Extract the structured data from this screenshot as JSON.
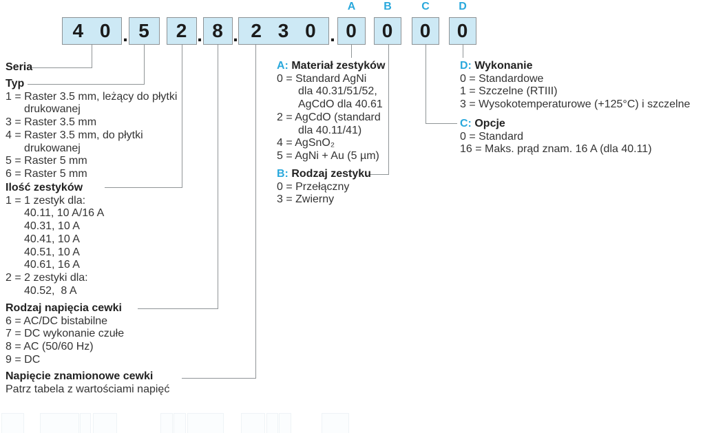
{
  "colors": {
    "box_fill": "#cde9f5",
    "box_border": "#8c9194",
    "accent_cyan": "#29a8dc",
    "text": "#333333",
    "line": "#8f9496"
  },
  "code_row": {
    "separator": ".",
    "boxes": [
      {
        "id": "series",
        "text": "4 0"
      },
      {
        "id": "type",
        "text": "5"
      },
      {
        "id": "contact-count",
        "text": "2"
      },
      {
        "id": "coil-voltage-type",
        "text": "8"
      },
      {
        "id": "coil-voltage",
        "text": "2 3 0"
      },
      {
        "id": "a",
        "text": "0",
        "tag": "A"
      },
      {
        "id": "b",
        "text": "0",
        "tag": "B"
      },
      {
        "id": "c",
        "text": "0",
        "tag": "C"
      },
      {
        "id": "d",
        "text": "0",
        "tag": "D"
      }
    ]
  },
  "sections": {
    "seria": {
      "title": "Seria"
    },
    "typ": {
      "title": "Typ",
      "items": [
        "1 = Raster 3.5 mm, leżący do płytki",
        "drukowanej",
        "3 = Raster 3.5 mm",
        "4 = Raster 3.5 mm, do płytki",
        "drukowanej",
        "5 = Raster 5 mm",
        "6 = Raster 5 mm"
      ]
    },
    "ilosc": {
      "title": "Ilość zestyków",
      "items": [
        "1 = 1 zestyk dla:",
        "40.11, 10 A/16 A",
        "40.31, 10 A",
        "40.41, 10 A",
        "40.51, 10 A",
        "40.61, 16 A",
        "2 = 2 zestyki dla:",
        "40.52,  8 A"
      ]
    },
    "rodzaj": {
      "title": "Rodzaj napięcia cewki",
      "items": [
        "6 = AC/DC bistabilne",
        "7 = DC wykonanie czułe",
        "8 = AC (50/60 Hz)",
        "9 = DC"
      ]
    },
    "napiecie": {
      "title": "Napięcie znamionowe cewki",
      "items": [
        "Patrz tabela z wartościami napięć"
      ]
    },
    "a": {
      "tag": "A:",
      "title": "Materiał zestyków",
      "items": [
        "0 = Standard AgNi",
        "dla 40.31/51/52,",
        "AgCdO dla 40.61",
        "2 = AgCdO (standard",
        "dla 40.11/41)",
        "4 = AgSnO₂",
        "5 = AgNi + Au (5 µm)"
      ]
    },
    "b": {
      "tag": "B:",
      "title": "Rodzaj zestyku",
      "items": [
        "0 = Przełączny",
        "3 = Zwierny"
      ]
    },
    "d": {
      "tag": "D:",
      "title": "Wykonanie",
      "items": [
        "0 = Standardowe",
        "1 = Szczelne (RTIII)",
        "3 = Wysokotemperaturowe (+125°C) i szczelne"
      ]
    },
    "c": {
      "tag": "C:",
      "title": "Opcje",
      "items": [
        "0 = Standard",
        "16 = Maks. prąd znam. 16 A (dla 40.11)"
      ]
    }
  }
}
